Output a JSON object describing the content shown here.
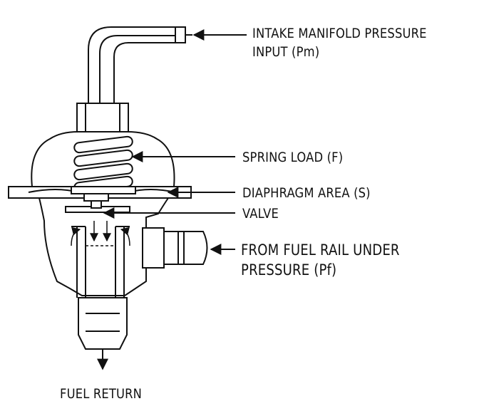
{
  "labels": {
    "intake_line1": "INTAKE MANIFOLD PRESSURE",
    "intake_line2": "INPUT (Pm)",
    "spring_load": "SPRING LOAD (F)",
    "diaphragm_area": "DIAPHRAGM AREA (S)",
    "valve": "VALVE",
    "fuel_rail_line1": "FROM FUEL RAIL UNDER",
    "fuel_rail_line2": "PRESSURE (Pf)",
    "fuel_return": "FUEL RETURN"
  },
  "colors": {
    "line": "#111111",
    "background": "#ffffff"
  }
}
